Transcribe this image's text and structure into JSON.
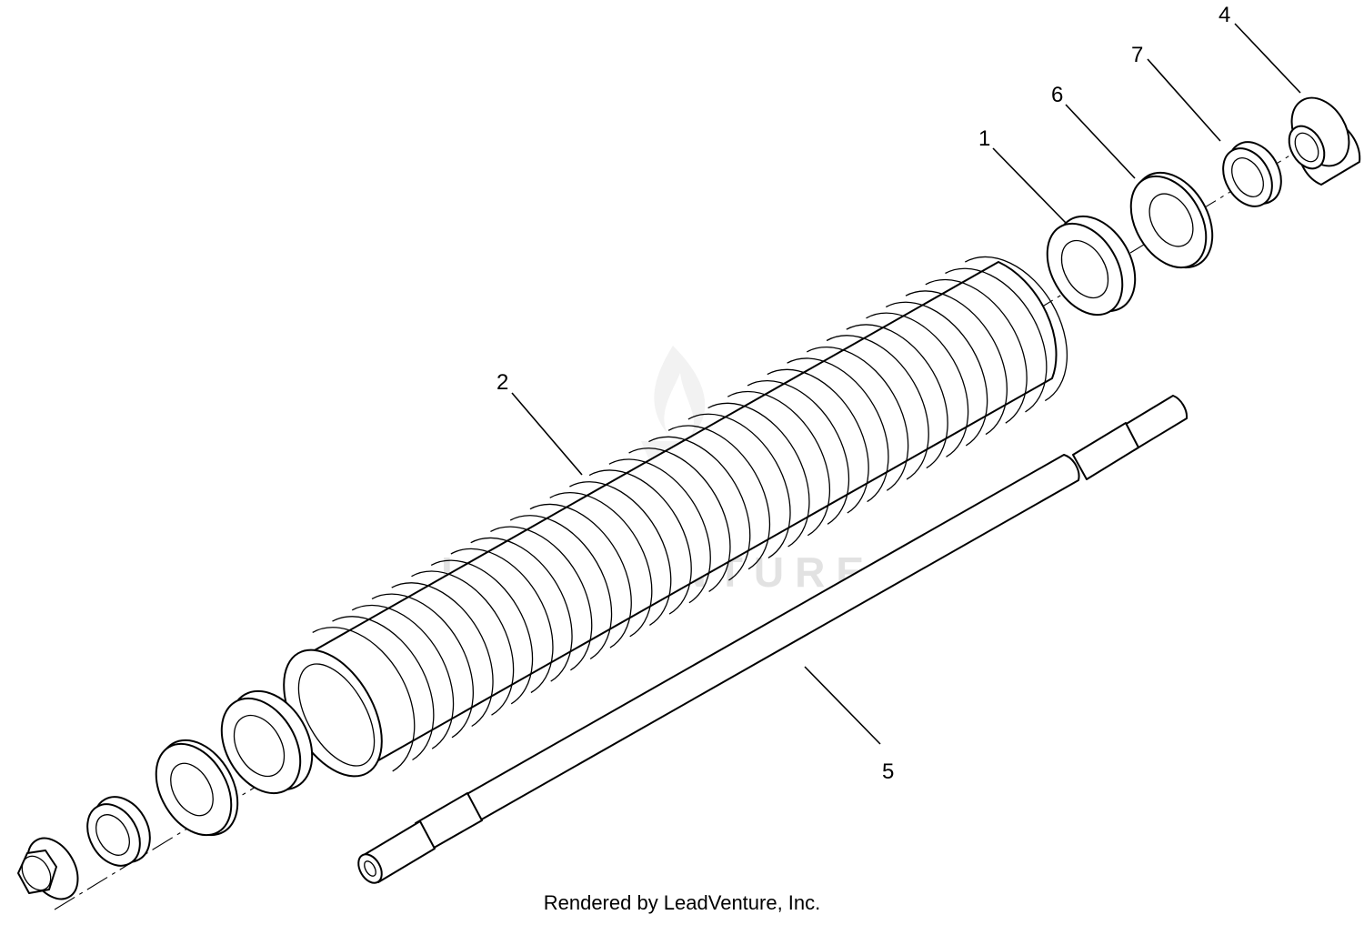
{
  "callouts": [
    "1",
    "2",
    "4",
    "5",
    "6",
    "7"
  ],
  "watermark": "LEADVENTURE",
  "footer": "Rendered by LeadVenture, Inc.",
  "colors": {
    "line": "#000000",
    "background": "#ffffff",
    "watermark": "#e2e2e2"
  }
}
